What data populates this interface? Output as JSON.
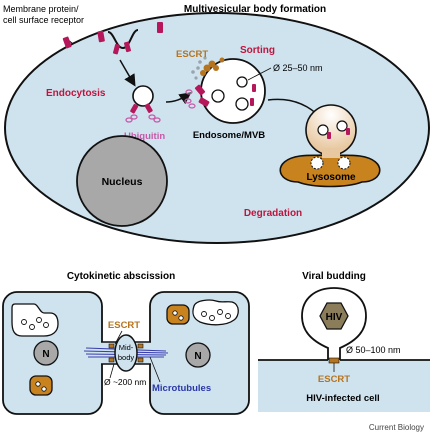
{
  "panels": {
    "mvb": {
      "title": "Multivesicular body formation",
      "receptor_label_line1": "Membrane protein/",
      "receptor_label_line2": "cell surface receptor",
      "endocytosis": "Endocytosis",
      "ubiquitin": "Ubiquitin",
      "escrt": "ESCRT",
      "sorting": "Sorting",
      "diameter": "Ø  25–50 nm",
      "endosome": "Endosome/MVB",
      "nucleus": "Nucleus",
      "lysosome": "Lysosome",
      "degradation": "Degradation"
    },
    "abscission": {
      "title": "Cytokinetic abscission",
      "nucleus_left": "N",
      "nucleus_right": "N",
      "escrt": "ESCRT",
      "midbody_line1": "Mid-",
      "midbody_line2": "body",
      "diameter": "Ø ~200 nm",
      "microtubules": "Microtubules"
    },
    "budding": {
      "title": "Viral budding",
      "virus": "HIV",
      "diameter": "Ø  50–100 nm",
      "escrt": "ESCRT",
      "cell": "HIV-infected cell"
    }
  },
  "credit": "Current Biology",
  "colors": {
    "cell_fill": "#cfe3ef",
    "receptor": "#b5175a",
    "escrt": "#b5741f",
    "lysosome": "#c8821e",
    "nucleus": "#a8a8a8",
    "microtubules": "#3a3fae",
    "red_label": "#c0143c",
    "ubiquitin_label": "#c75aa8",
    "blue_label": "#2a37a8"
  }
}
